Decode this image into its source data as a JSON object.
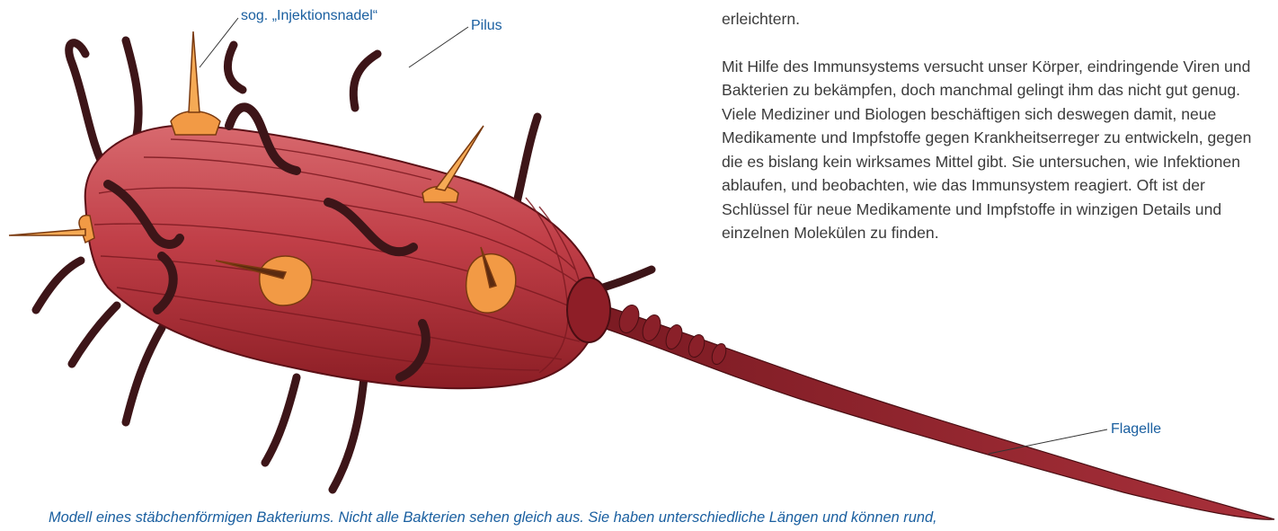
{
  "labels": {
    "needle": "sog. „Injektionsnadel“",
    "pilus": "Pilus",
    "flagellum": "Flagelle"
  },
  "text": {
    "intro_end": "erleichtern.",
    "paragraph": "Mit Hilfe des Immunsystems versucht unser Körper, eindringende Viren und Bakterien zu bekämpfen, doch manchmal gelingt ihm das nicht gut genug. Viele Mediziner und Biologen beschäftigen sich deswegen damit, neue Medikamente und Impfstoffe gegen Krankheitserreger zu entwickeln, gegen die es bislang kein wirksames Mittel gibt. Sie untersuchen, wie Infektionen ablaufen, und beobachten, wie das Immunsystem reagiert. Oft ist der Schlüssel für neue Medikamente und Impfstoffe in winzigen Details und einzelnen Molekülen zu finden."
  },
  "caption": "Modell eines stäbchenförmigen Bakteriums. Nicht alle Bakterien sehen gleich aus. Sie haben unterschiedliche Längen und können rund,",
  "colors": {
    "body": "#b8363f",
    "body_dark": "#6e1419",
    "pili": "#3d1518",
    "needle": "#f29a45",
    "label": "#1a5fa0",
    "text": "#3b3b3b"
  }
}
